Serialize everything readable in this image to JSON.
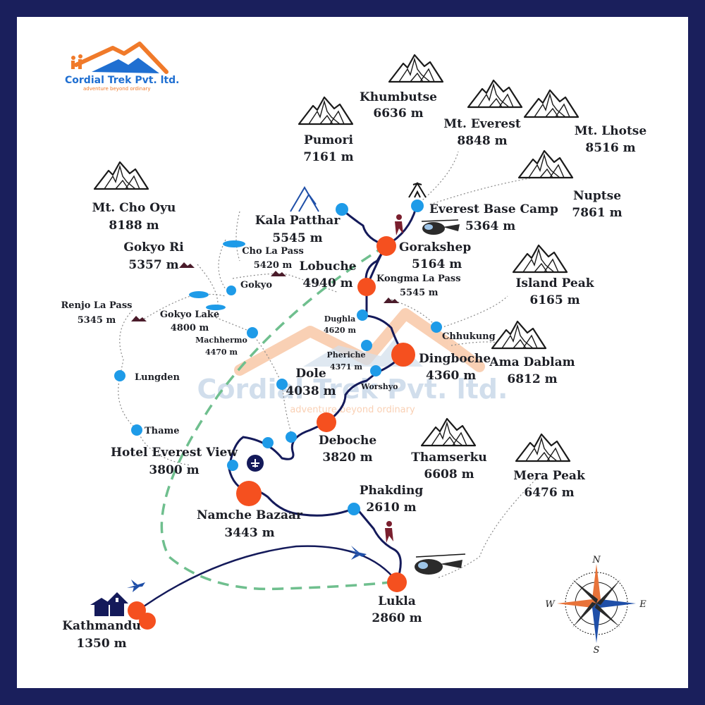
{
  "brand": {
    "name": "Cordial Trek Pvt. ltd.",
    "tagline": "adventure beyond ordinary",
    "colors": {
      "orange": "#f07a2a",
      "blue": "#1f6fd1",
      "navy": "#1a1f5c"
    }
  },
  "peaks": {
    "khumbutse": {
      "name": "Khumbutse",
      "alt": "6636 m"
    },
    "everest": {
      "name": "Mt. Everest",
      "alt": "8848 m"
    },
    "lhotse": {
      "name": "Mt. Lhotse",
      "alt": "8516 m"
    },
    "pumori": {
      "name": "Pumori",
      "alt": "7161 m"
    },
    "nuptse": {
      "name": "Nuptse",
      "alt": "7861 m"
    },
    "cho_oyu": {
      "name": "Mt. Cho Oyu",
      "alt": "8188 m"
    },
    "island_peak": {
      "name": "Island Peak",
      "alt": "6165 m"
    },
    "ama_dablam": {
      "name": "Ama Dablam",
      "alt": "6812 m"
    },
    "thamserku": {
      "name": "Thamserku",
      "alt": "6608 m"
    },
    "mera_peak": {
      "name": "Mera Peak",
      "alt": "6476 m"
    }
  },
  "places": {
    "kala_patthar": {
      "name": "Kala Patthar",
      "alt": "5545 m"
    },
    "everest_base_camp": {
      "name": "Everest Base Camp",
      "alt": "5364 m"
    },
    "gorakshep": {
      "name": "Gorakshep",
      "alt": "5164 m"
    },
    "lobuche": {
      "name": "Lobuche",
      "alt": "4940 m"
    },
    "kongma_la": {
      "name": "Kongma La Pass",
      "alt": "5545 m"
    },
    "cho_la": {
      "name": "Cho La Pass",
      "alt": "5420 m"
    },
    "gokyo_ri": {
      "name": "Gokyo Ri",
      "alt": "5357 m"
    },
    "gokyo": {
      "name": "Gokyo"
    },
    "renjo_la": {
      "name": "Renjo La Pass",
      "alt": "5345 m"
    },
    "gokyo_lake": {
      "name": "Gokyo Lake",
      "alt": "4800 m"
    },
    "machhermo": {
      "name": "Machhermo",
      "alt": "4470 m"
    },
    "dughla": {
      "name": "Dughla",
      "alt": "4620 m"
    },
    "chhukung": {
      "name": "Chhukung"
    },
    "pheriche": {
      "name": "Pheriche",
      "alt": "4371 m"
    },
    "dingboche": {
      "name": "Dingboche",
      "alt": "4360 m"
    },
    "worshyo": {
      "name": "Worshyo"
    },
    "dole": {
      "name": "Dole",
      "alt": "4038 m"
    },
    "lungden": {
      "name": "Lungden"
    },
    "thame": {
      "name": "Thame"
    },
    "hotel_everest_view": {
      "name": "Hotel Everest View",
      "alt": "3800 m"
    },
    "deboche": {
      "name": "Deboche",
      "alt": "3820 m"
    },
    "namche_bazaar": {
      "name": "Namche Bazaar",
      "alt": "3443 m"
    },
    "phakding": {
      "name": "Phakding",
      "alt": "2610 m"
    },
    "lukla": {
      "name": "Lukla",
      "alt": "2860 m"
    },
    "kathmandu": {
      "name": "Kathmandu",
      "alt": "1350 m"
    }
  },
  "compass": {
    "n": "N",
    "s": "S",
    "e": "E",
    "w": "W"
  },
  "route_colors": {
    "trail": "#141a5a",
    "flight_return": "#6fbf8e",
    "major_stop": "#f5501f",
    "minor_stop": "#1e9be8",
    "side_trail": "#8a8a8a"
  }
}
